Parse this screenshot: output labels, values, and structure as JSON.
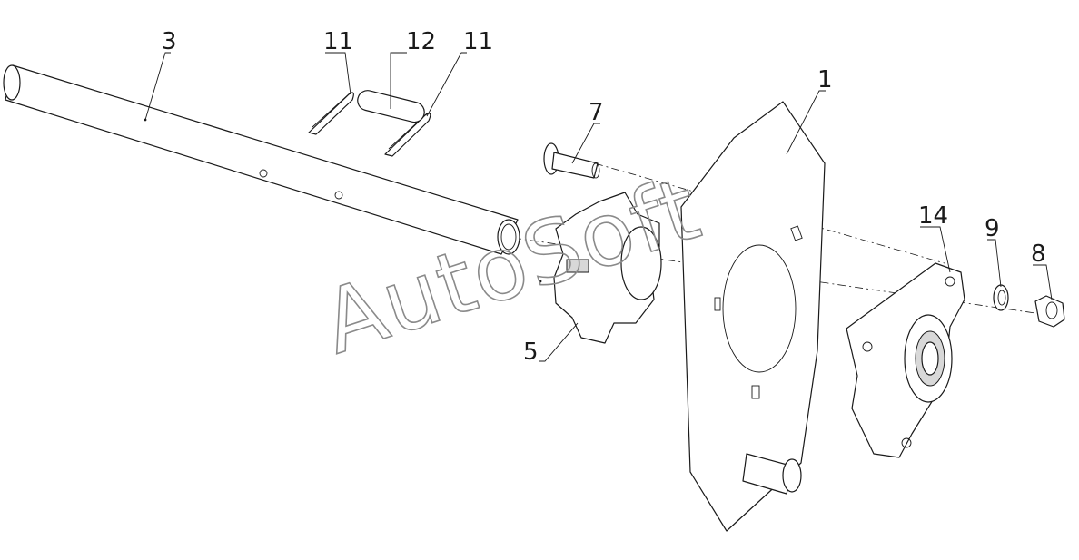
{
  "callouts": {
    "c1": "1",
    "c3": "3",
    "c5": "5",
    "c7": "7",
    "c8": "8",
    "c9": "9",
    "c11a": "11",
    "c11b": "11",
    "c12": "12",
    "c14": "14"
  },
  "watermark": "AutoSoft"
}
